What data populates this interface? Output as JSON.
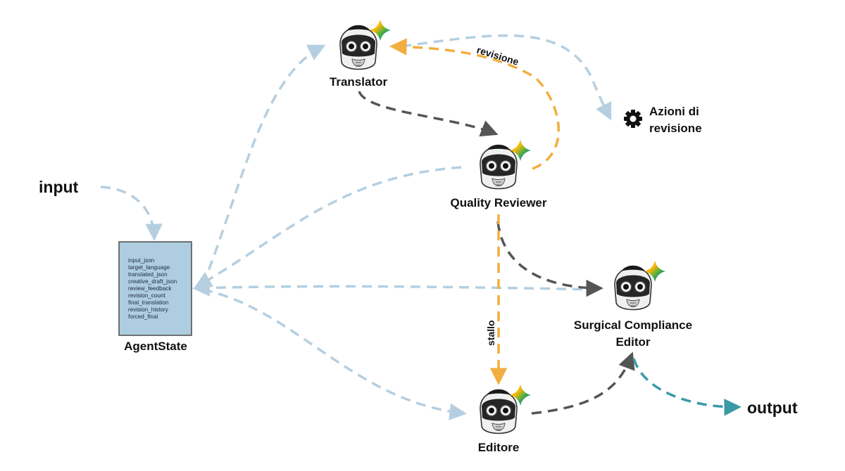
{
  "nodes": {
    "translator": {
      "label": "Translator"
    },
    "quality_reviewer": {
      "label": "Quality Reviewer"
    },
    "surgical_editor": {
      "label_line1": "Surgical Compliance",
      "label_line2": "Editor"
    },
    "editore": {
      "label": "Editore"
    },
    "actions": {
      "label_line1": "Azioni di",
      "label_line2": "revisione"
    }
  },
  "io": {
    "input": "input",
    "output": "output"
  },
  "agent_state": {
    "title": "AgentState",
    "fields": [
      "input_json",
      "target_language",
      "translated_json",
      "creative_draft_json",
      "review_feedback",
      "revision_count",
      "final_translation",
      "revision_history",
      "forced_final"
    ]
  },
  "edge_labels": {
    "revision": "revisione",
    "stall": "stallo"
  },
  "colors": {
    "state_edge": "#b5cfe0",
    "flow_edge": "#555555",
    "revision_edge": "#f2ae3e",
    "output_edge": "#3a9aa6",
    "state_fill": "#aecde0",
    "state_stroke": "#4a4a4a"
  },
  "icons": {
    "agent": "robot-head-icon",
    "badge": "sparkle-icon",
    "actions": "gear-icon"
  }
}
